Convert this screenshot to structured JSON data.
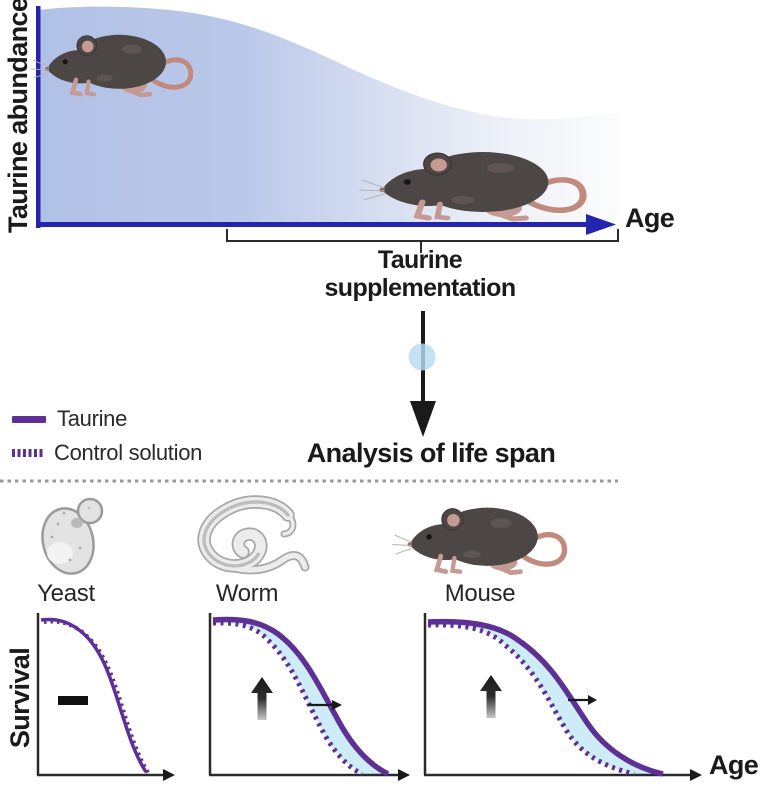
{
  "top_chart": {
    "y_axis_label": "Taurine abundance",
    "x_axis_label": "Age",
    "trend": "taurine abundance declines with age",
    "bracket": {
      "line1": "Taurine",
      "line2": "supplementation"
    }
  },
  "flow": {
    "analysis_label": "Analysis of life span"
  },
  "legend": {
    "items": [
      {
        "label": "Taurine",
        "style": "solid"
      },
      {
        "label": "Control solution",
        "style": "dotted"
      }
    ]
  },
  "survival": {
    "y_axis_label": "Survival",
    "x_axis_label": "Age",
    "panels": [
      {
        "organism": "Yeast",
        "symbol": "minus",
        "effect": "no change in life span"
      },
      {
        "organism": "Worm",
        "symbol": "up-arrow",
        "effect": "life span extended with taurine"
      },
      {
        "organism": "Mouse",
        "symbol": "up-arrow",
        "effect": "life span extended with taurine"
      }
    ]
  },
  "colors": {
    "taurine_line": "#5e2f95",
    "control_line": "#5e2f95",
    "survival_gain_fill": "#cdecf8",
    "axis_blue": "#2424ae",
    "abundance_fill_start": "#b1c1e6",
    "abundance_fill_end": "#fdfdfe",
    "supplement_dot": "#b7dcf1",
    "divider_gray": "#9a9a9a",
    "symbol_black": "#1a1a1a"
  },
  "chart_data": [
    {
      "type": "area",
      "title": "Taurine abundance over age",
      "xlabel": "Age",
      "ylabel": "Taurine abundance",
      "trend": "high in young, declines smoothly to low level in old age",
      "annotations": [
        "Taurine supplementation bracket over later life",
        "young mouse at high abundance",
        "old mouse at low abundance"
      ]
    },
    {
      "type": "line",
      "title": "Yeast survival",
      "xlabel": "Age",
      "ylabel": "Survival",
      "series": [
        {
          "name": "Taurine",
          "shape": "sigmoid decline"
        },
        {
          "name": "Control solution",
          "shape": "sigmoid decline, overlapping Taurine"
        }
      ],
      "effect": "no difference (minus symbol)"
    },
    {
      "type": "line",
      "title": "Worm survival",
      "xlabel": "Age",
      "ylabel": "Survival",
      "series": [
        {
          "name": "Taurine",
          "shape": "sigmoid decline shifted right"
        },
        {
          "name": "Control solution",
          "shape": "sigmoid decline, earlier"
        }
      ],
      "effect": "increase (up arrow), shaded gain between curves"
    },
    {
      "type": "line",
      "title": "Mouse survival",
      "xlabel": "Age",
      "ylabel": "Survival",
      "series": [
        {
          "name": "Taurine",
          "shape": "sigmoid decline shifted right"
        },
        {
          "name": "Control solution",
          "shape": "sigmoid decline, earlier"
        }
      ],
      "effect": "increase (up arrow), shaded gain between curves"
    }
  ]
}
